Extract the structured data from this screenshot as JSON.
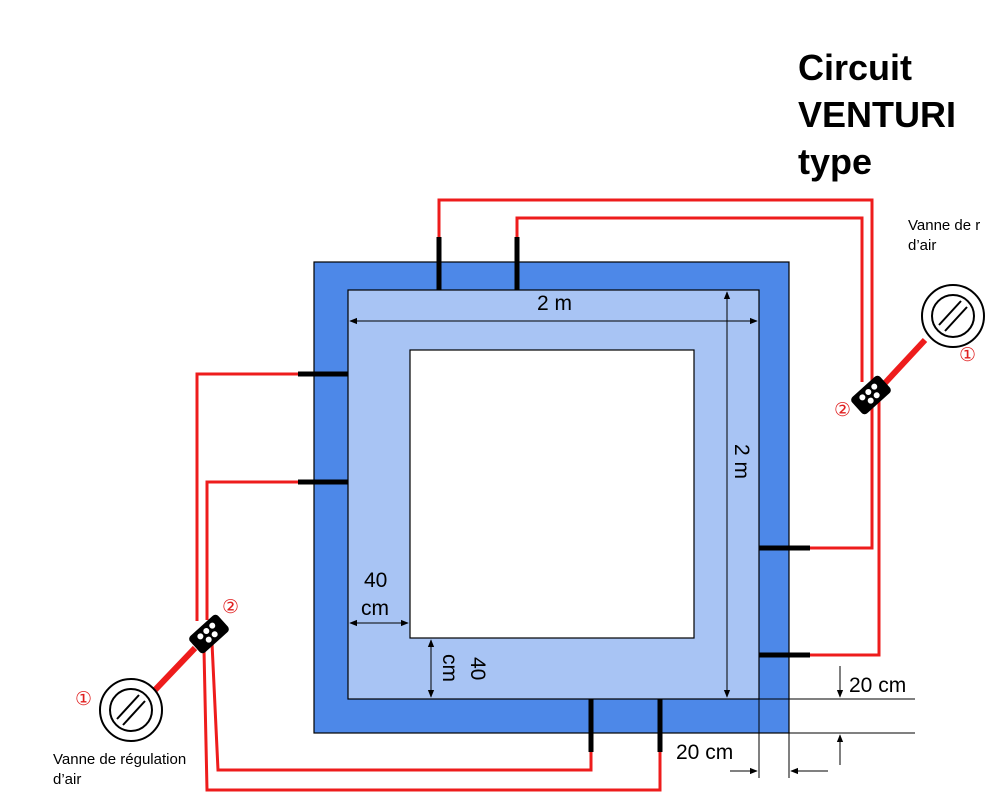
{
  "title": {
    "line1": "Circuit",
    "line2": "VENTURI",
    "line3": "type"
  },
  "valves": {
    "right": {
      "label_line1": "Vanne de r",
      "label_line2": "d’air",
      "valve_number": "①",
      "connector_number": "②"
    },
    "left": {
      "label_line1": "Vanne de régulation",
      "label_line2": "d’air",
      "valve_number": "①",
      "connector_number": "②"
    }
  },
  "dimensions": {
    "inner_width": "2 m",
    "inner_height": "2 m",
    "wall_horizontal_line1": "40",
    "wall_horizontal_line2": "cm",
    "wall_vertical_line1": "40",
    "wall_vertical_line2": "cm",
    "outer_band_right": "20 cm",
    "outer_band_bottom": "20 cm"
  },
  "colors": {
    "outer_band": "#4d88e8",
    "inner_band": "#a8c4f4",
    "center": "#ffffff",
    "pipe": "#ee1c1c",
    "nozzle": "#000000",
    "number_red": "#e02020"
  }
}
